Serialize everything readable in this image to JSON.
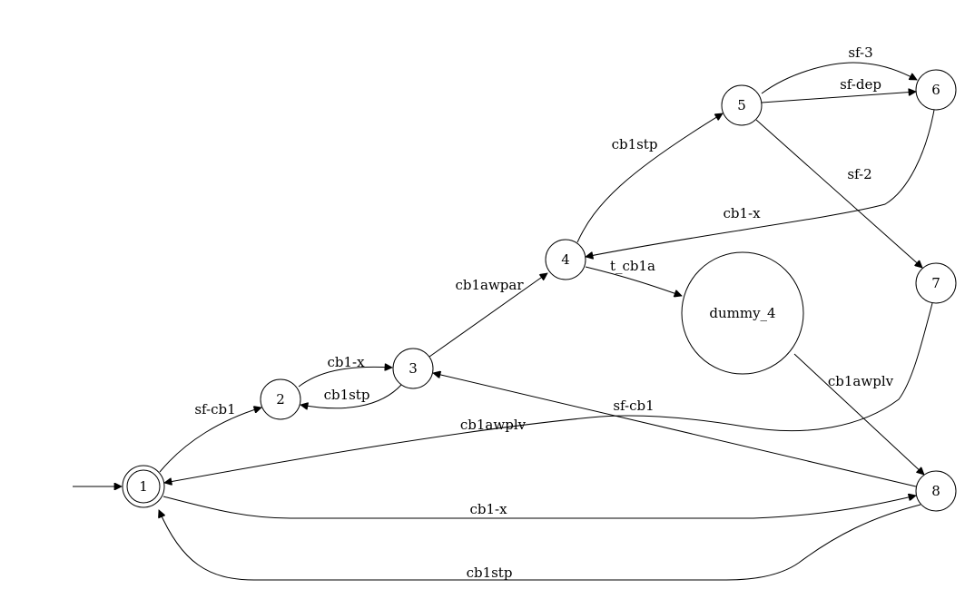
{
  "diagram": {
    "initial_state": "1",
    "accepting_states": [
      "1"
    ],
    "nodes": [
      {
        "id": "1",
        "label": "1"
      },
      {
        "id": "2",
        "label": "2"
      },
      {
        "id": "3",
        "label": "3"
      },
      {
        "id": "4",
        "label": "4"
      },
      {
        "id": "5",
        "label": "5"
      },
      {
        "id": "6",
        "label": "6"
      },
      {
        "id": "7",
        "label": "7"
      },
      {
        "id": "8",
        "label": "8"
      },
      {
        "id": "dummy_4",
        "label": "dummy_4"
      }
    ],
    "edges": [
      {
        "from": "1",
        "to": "2",
        "label": "sf-cb1"
      },
      {
        "from": "2",
        "to": "3",
        "label": "cb1-x"
      },
      {
        "from": "3",
        "to": "2",
        "label": "cb1stp"
      },
      {
        "from": "3",
        "to": "4",
        "label": "cb1awpar"
      },
      {
        "from": "4",
        "to": "5",
        "label": "cb1stp"
      },
      {
        "from": "4",
        "to": "dummy_4",
        "label": "t_cb1a"
      },
      {
        "from": "5",
        "to": "6",
        "label": "sf-3"
      },
      {
        "from": "5",
        "to": "6",
        "label": "sf-dep"
      },
      {
        "from": "5",
        "to": "7",
        "label": "sf-2"
      },
      {
        "from": "6",
        "to": "4",
        "label": "cb1-x"
      },
      {
        "from": "7",
        "to": "1",
        "label": "cb1awplv"
      },
      {
        "from": "dummy_4",
        "to": "8",
        "label": "cb1awplv"
      },
      {
        "from": "8",
        "to": "3",
        "label": "sf-cb1"
      },
      {
        "from": "1",
        "to": "8",
        "label": "cb1-x"
      },
      {
        "from": "8",
        "to": "1",
        "label": "cb1stp"
      }
    ]
  }
}
